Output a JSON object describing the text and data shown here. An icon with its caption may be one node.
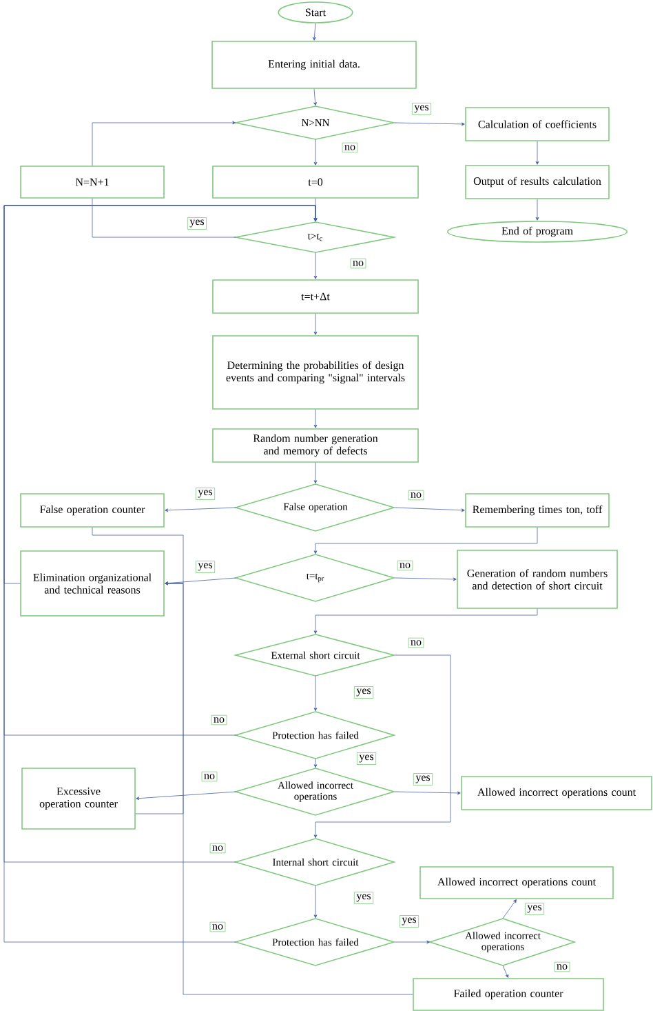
{
  "diagram": {
    "nodes": [
      {
        "text": [
          "Start"
        ]
      },
      {
        "text": [
          "Entering initial data."
        ]
      },
      {
        "text": [
          "N>NN"
        ]
      },
      {
        "text": [
          "Calculation of coefficients"
        ]
      },
      {
        "text": [
          "N=N+1"
        ]
      },
      {
        "text": [
          "t=0"
        ]
      },
      {
        "text": [
          "Output of results calculation"
        ]
      },
      {
        "text": [
          "End of program"
        ]
      },
      {
        "text": [
          "t>t$_{c}$"
        ]
      },
      {
        "text": [
          "t=t+Δt"
        ]
      },
      {
        "text": [
          "Determining the probabilities of design events and comparing \"signal\" intervals"
        ]
      },
      {
        "text": [
          "Random number generation and memory of defects"
        ]
      },
      {
        "text": [
          "False operation"
        ]
      },
      {
        "text": [
          "False operation counter"
        ]
      },
      {
        "text": [
          "Remembering times ton, toff"
        ]
      },
      {
        "text": [
          "Elimination organizational and technical reasons"
        ]
      },
      {
        "text": [
          "t=t$_{pr}$"
        ]
      },
      {
        "text": [
          "Generation of random numbers and detection of short circuit"
        ]
      },
      {
        "text": [
          "External short circuit"
        ]
      },
      {
        "text": [
          "Protection has failed"
        ]
      },
      {
        "text": [
          "Allowed incorrect operations"
        ]
      },
      {
        "text": [
          "Excessive operation counter"
        ]
      },
      {
        "text": [
          "Allowed incorrect operations count"
        ]
      },
      {
        "text": [
          "Internal short circuit"
        ]
      },
      {
        "text": [
          "Allowed incorrect operations count"
        ]
      },
      {
        "text": [
          "Protection has failed"
        ]
      },
      {
        "text": [
          "Allowed incorrect operations"
        ]
      },
      {
        "text": [
          "Failed operation counter"
        ]
      }
    ],
    "edges": [
      {
        "from": 0,
        "to": 1,
        "arrow": "to"
      },
      {
        "from": 1,
        "to": 2,
        "arrow": "to"
      },
      {
        "from": 2,
        "to": 3,
        "arrow": "to",
        "label": "yes"
      },
      {
        "from": 2,
        "to": 5,
        "arrow": "to",
        "label": "no"
      },
      {
        "from": 3,
        "to": 6,
        "arrow": "to"
      },
      {
        "from": 6,
        "to": 7,
        "arrow": "to"
      },
      {
        "from": 4,
        "to": 2,
        "arrow": "to"
      },
      {
        "from": 5,
        "to": 8,
        "arrow": "to"
      },
      {
        "from": 8,
        "to": 4,
        "arrow": "none",
        "label": "yes"
      },
      {
        "from": 8,
        "to": 9,
        "arrow": "to",
        "label": "no"
      },
      {
        "from": 9,
        "to": 10,
        "arrow": "to"
      },
      {
        "from": 10,
        "to": 11,
        "arrow": "to"
      },
      {
        "from": 11,
        "to": 12,
        "arrow": "to"
      },
      {
        "from": 12,
        "to": 13,
        "arrow": "to",
        "label": "yes"
      },
      {
        "from": 12,
        "to": 14,
        "arrow": "to",
        "label": "no"
      },
      {
        "from": 14,
        "to": 16,
        "arrow": "to"
      },
      {
        "from": 16,
        "to": 15,
        "arrow": "to",
        "label": "yes"
      },
      {
        "from": 16,
        "to": 17,
        "arrow": "to",
        "label": "no"
      },
      {
        "from": 17,
        "to": 18,
        "arrow": "to"
      },
      {
        "from": 18,
        "to": 19,
        "arrow": "to",
        "label": "yes"
      },
      {
        "from": 18,
        "to": 23,
        "arrow": "to",
        "label": "no"
      },
      {
        "from": 19,
        "to": 8,
        "arrow": "to",
        "label": "no"
      },
      {
        "from": 19,
        "to": 20,
        "arrow": "to",
        "label": "yes"
      },
      {
        "from": 20,
        "to": 21,
        "arrow": "to",
        "label": "no"
      },
      {
        "from": 20,
        "to": 22,
        "arrow": "to",
        "label": "yes"
      },
      {
        "from": 23,
        "to": 8,
        "arrow": "to",
        "label": "no"
      },
      {
        "from": 23,
        "to": 25,
        "arrow": "to",
        "label": "yes"
      },
      {
        "from": 25,
        "to": 8,
        "arrow": "to",
        "label": "no"
      },
      {
        "from": 25,
        "to": 26,
        "arrow": "to",
        "label": "yes"
      },
      {
        "from": 26,
        "to": 24,
        "arrow": "to",
        "label": "yes"
      },
      {
        "from": 26,
        "to": 27,
        "arrow": "to",
        "label": "no"
      },
      {
        "from": 15,
        "to": 8,
        "arrow": "to"
      },
      {
        "from": 13,
        "to": 15,
        "arrow": "to"
      },
      {
        "from": 21,
        "to": 15,
        "arrow": "to"
      },
      {
        "from": 27,
        "to": 15,
        "arrow": "to"
      }
    ]
  }
}
